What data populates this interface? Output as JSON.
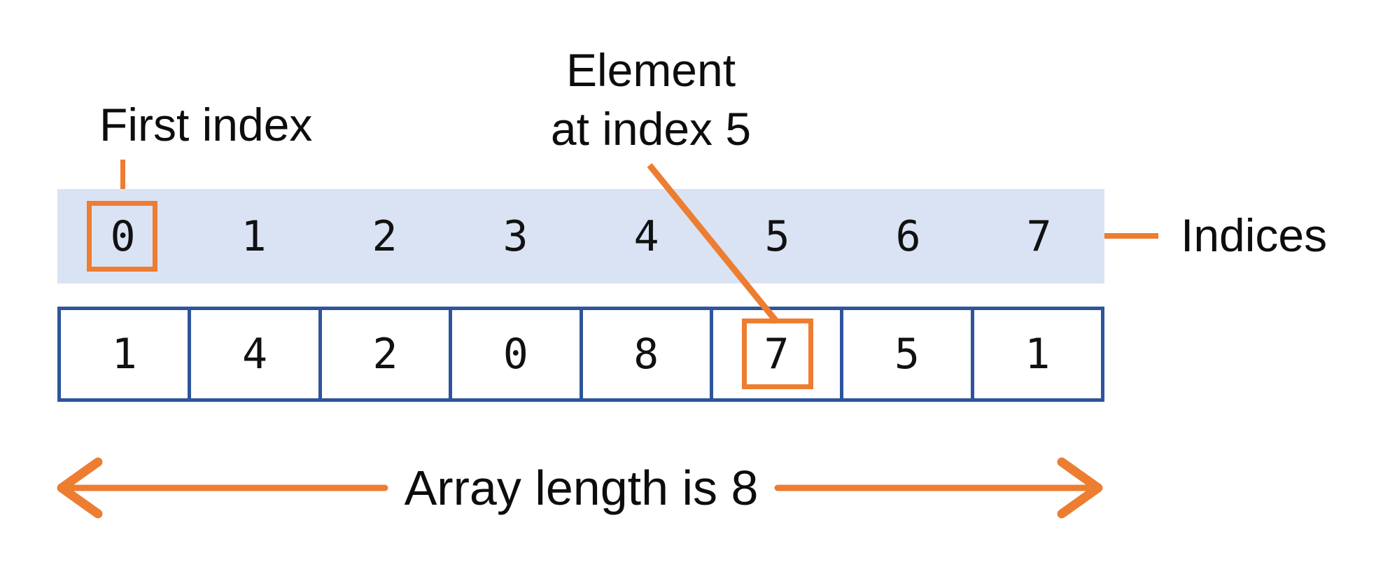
{
  "annotations": {
    "first_index": "First index",
    "element_line1": "Element",
    "element_line2": "at index 5",
    "indices": "Indices",
    "array_length": "Array length is 8"
  },
  "indices": [
    "0",
    "1",
    "2",
    "3",
    "4",
    "5",
    "6",
    "7"
  ],
  "values": [
    "1",
    "4",
    "2",
    "0",
    "8",
    "7",
    "5",
    "1"
  ],
  "highlight": {
    "highlighted_index_cell": 0,
    "highlighted_value_index": 5,
    "highlighted_value": "7",
    "array_length": 8
  },
  "colors": {
    "accent_orange": "#ED7D31",
    "banner_fill": "#DAE3F3",
    "cell_border_blue": "#2E559C",
    "text_black": "#0D0D0D"
  }
}
